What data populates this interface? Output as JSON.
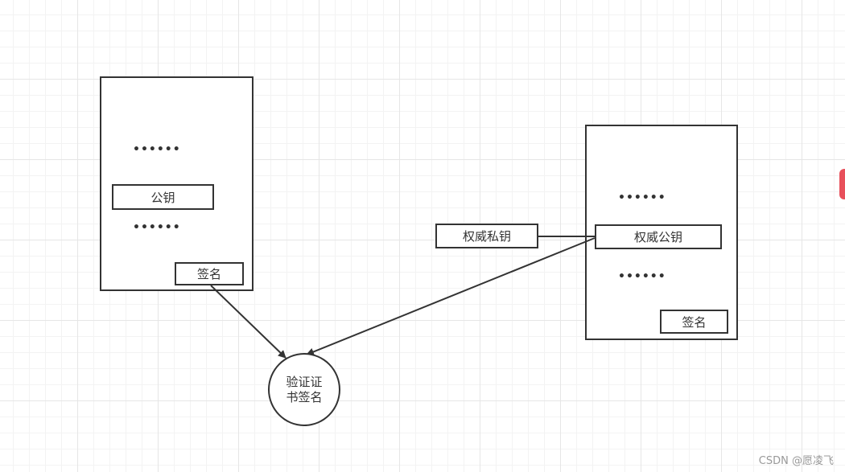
{
  "left_certificate": {
    "dots_top": "••••••",
    "public_key": "公钥",
    "dots_bottom": "••••••",
    "signature": "签名"
  },
  "right_certificate": {
    "dots_top": "••••••",
    "authority_public_key": "权威公钥",
    "dots_bottom": "••••••",
    "signature": "签名"
  },
  "authority_private_key": "权威私钥",
  "verify_node": {
    "line1": "验证证",
    "line2": "书签名"
  },
  "watermark": "CSDN @愿凌飞",
  "colors": {
    "stroke": "#333333",
    "grid": "#e6e6e6",
    "side_tab": "#e8505b"
  }
}
